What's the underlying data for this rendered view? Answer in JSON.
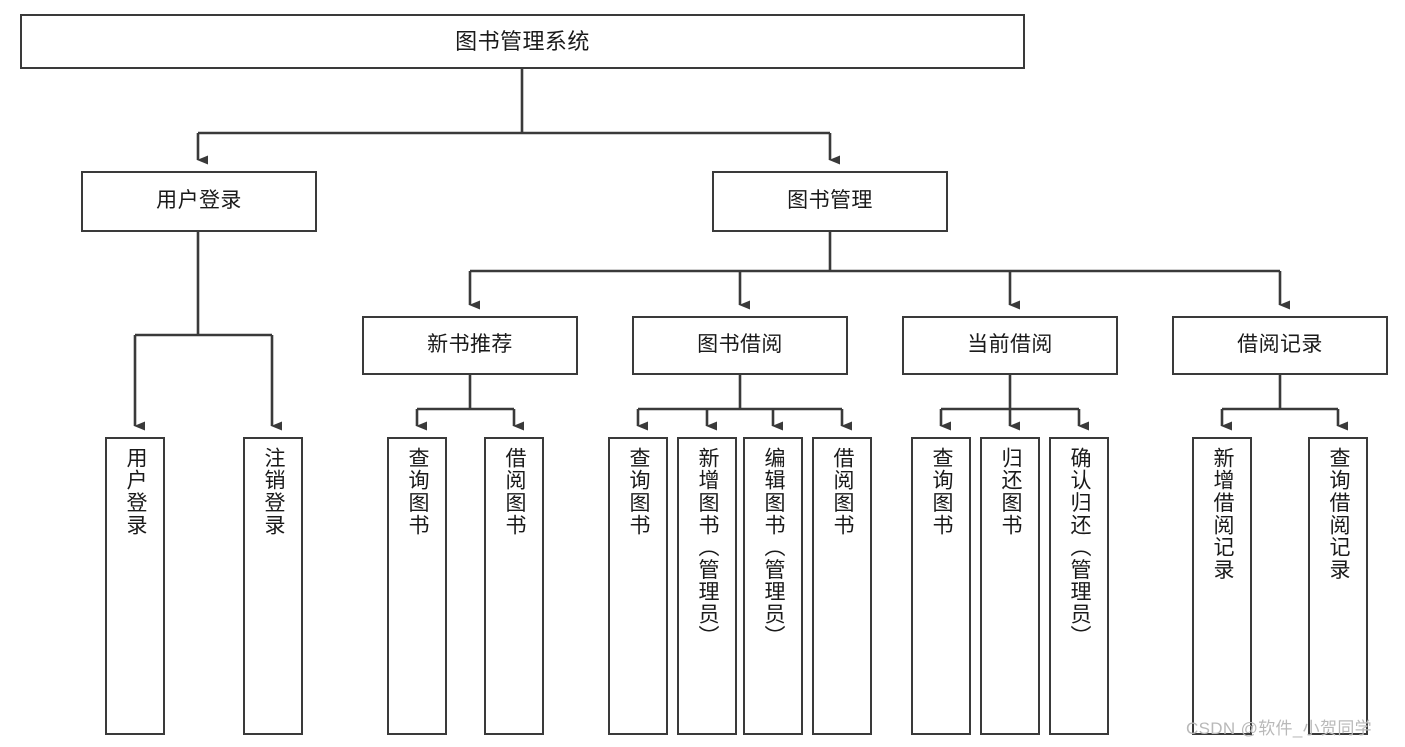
{
  "diagram": {
    "title": "图书管理系统",
    "type": "hierarchy-tree",
    "line_color": "#3a3a3a",
    "box_fill": "#ffffff",
    "text_color": "#1a1a1a",
    "nodes": {
      "root": {
        "label": "图书管理系统"
      },
      "level2": [
        {
          "label": "用户登录"
        },
        {
          "label": "图书管理"
        }
      ],
      "level3": [
        {
          "label": "新书推荐"
        },
        {
          "label": "图书借阅"
        },
        {
          "label": "当前借阅"
        },
        {
          "label": "借阅记录"
        }
      ],
      "leaves": {
        "user_login": [
          {
            "label": "用户登录"
          },
          {
            "label": "注销登录"
          }
        ],
        "new_book_recommend": [
          {
            "label": "查询图书"
          },
          {
            "label": "借阅图书"
          }
        ],
        "book_borrow": [
          {
            "label": "查询图书"
          },
          {
            "label": "新增图书（管理员）"
          },
          {
            "label": "编辑图书（管理员）"
          },
          {
            "label": "借阅图书"
          }
        ],
        "current_borrow": [
          {
            "label": "查询图书"
          },
          {
            "label": "归还图书"
          },
          {
            "label": "确认归还（管理员）"
          }
        ],
        "borrow_record": [
          {
            "label": "新增借阅记录"
          },
          {
            "label": "查询借阅记录"
          }
        ]
      }
    }
  },
  "watermark": {
    "text": "CSDN @软件_小贺同学"
  }
}
